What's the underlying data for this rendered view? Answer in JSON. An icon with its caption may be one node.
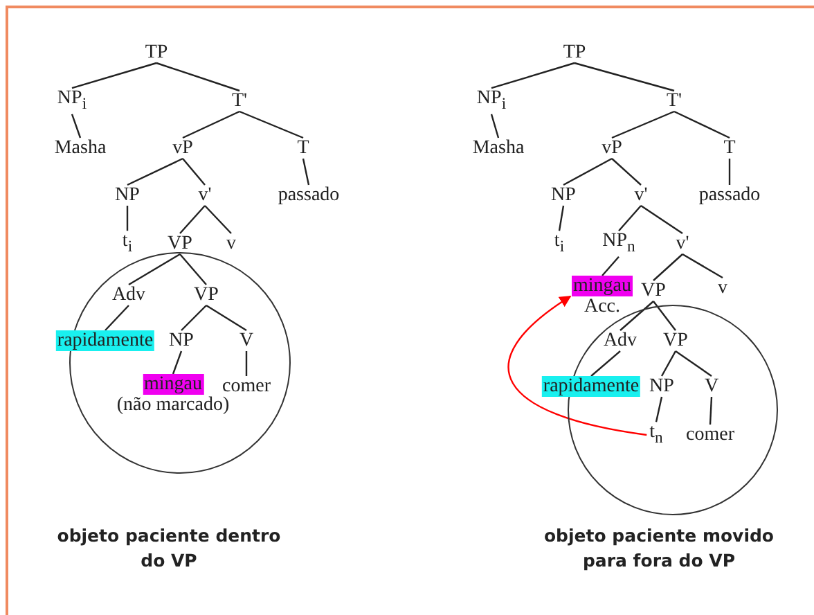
{
  "diagram": {
    "nodes": [
      {
        "text": [
          "TP"
        ]
      },
      {
        "text": [
          "NP$_{i}$"
        ]
      },
      {
        "text": [
          "T'"
        ]
      },
      {
        "text": [
          "Masha"
        ]
      },
      {
        "text": [
          "vP"
        ]
      },
      {
        "text": [
          "T"
        ]
      },
      {
        "text": [
          "NP"
        ]
      },
      {
        "text": [
          "v'"
        ]
      },
      {
        "text": [
          "passado"
        ]
      },
      {
        "text": [],
        "shape": "circle"
      },
      {
        "text": [
          "t$_{i}$"
        ]
      },
      {
        "text": [
          "VP"
        ]
      },
      {
        "text": [
          "v"
        ]
      },
      {
        "text": [
          "Adv"
        ],
        "in": 9
      },
      {
        "text": [
          "VP"
        ],
        "in": 9
      },
      {
        "text": [
          "rapidamente"
        ],
        "in": 9
      },
      {
        "text": [
          "NP"
        ],
        "in": 9
      },
      {
        "text": [
          "V"
        ],
        "in": 9
      },
      {
        "text": [
          "mingau"
        ],
        "in": 9,
        "beside": [
          "(não marcado)"
        ]
      },
      {
        "text": [
          "comer"
        ],
        "in": 9
      },
      {
        "text": [
          "TP"
        ]
      },
      {
        "text": [
          "NP$_{i}$"
        ]
      },
      {
        "text": [
          "T'"
        ]
      },
      {
        "text": [
          "Masha"
        ]
      },
      {
        "text": [
          "vP"
        ]
      },
      {
        "text": [
          "T"
        ]
      },
      {
        "text": [
          "NP"
        ]
      },
      {
        "text": [
          "v'"
        ]
      },
      {
        "text": [
          "passado"
        ]
      },
      {
        "text": [
          "t$_{i}$"
        ]
      },
      {
        "text": [
          "NP$_{n}$"
        ]
      },
      {
        "text": [
          "v'"
        ]
      },
      {
        "text": [
          "mingau"
        ],
        "beside": [
          "Acc."
        ]
      },
      {
        "text": [
          "VP"
        ]
      },
      {
        "text": [
          "v"
        ]
      },
      {
        "text": [],
        "shape": "circle"
      },
      {
        "text": [
          "Adv"
        ],
        "in": 35
      },
      {
        "text": [
          "VP"
        ],
        "in": 35
      },
      {
        "text": [
          "rapidamente"
        ],
        "in": 35
      },
      {
        "text": [
          "NP"
        ],
        "in": 35
      },
      {
        "text": [
          "V"
        ],
        "in": 35
      },
      {
        "text": [
          "t$_{n}$"
        ],
        "in": 35
      },
      {
        "text": [
          "comer"
        ],
        "in": 35
      }
    ],
    "edges": [
      {
        "from": 0,
        "to": 1,
        "arrow": "none"
      },
      {
        "from": 0,
        "to": 2,
        "arrow": "none"
      },
      {
        "from": 1,
        "to": 3,
        "arrow": "none"
      },
      {
        "from": 2,
        "to": 4,
        "arrow": "none"
      },
      {
        "from": 2,
        "to": 5,
        "arrow": "none"
      },
      {
        "from": 4,
        "to": 6,
        "arrow": "none"
      },
      {
        "from": 4,
        "to": 7,
        "arrow": "none"
      },
      {
        "from": 5,
        "to": 8,
        "arrow": "none"
      },
      {
        "from": 6,
        "to": 10,
        "arrow": "none"
      },
      {
        "from": 7,
        "to": 11,
        "arrow": "none"
      },
      {
        "from": 7,
        "to": 12,
        "arrow": "none"
      },
      {
        "from": 11,
        "to": 13,
        "arrow": "none"
      },
      {
        "from": 11,
        "to": 14,
        "arrow": "none"
      },
      {
        "from": 13,
        "to": 15,
        "arrow": "none"
      },
      {
        "from": 14,
        "to": 16,
        "arrow": "none"
      },
      {
        "from": 14,
        "to": 17,
        "arrow": "none"
      },
      {
        "from": 16,
        "to": 18,
        "arrow": "none"
      },
      {
        "from": 17,
        "to": 19,
        "arrow": "none"
      },
      {
        "from": 20,
        "to": 21,
        "arrow": "none"
      },
      {
        "from": 20,
        "to": 22,
        "arrow": "none"
      },
      {
        "from": 21,
        "to": 23,
        "arrow": "none"
      },
      {
        "from": 22,
        "to": 24,
        "arrow": "none"
      },
      {
        "from": 22,
        "to": 25,
        "arrow": "none"
      },
      {
        "from": 24,
        "to": 26,
        "arrow": "none"
      },
      {
        "from": 24,
        "to": 27,
        "arrow": "none"
      },
      {
        "from": 25,
        "to": 28,
        "arrow": "none"
      },
      {
        "from": 26,
        "to": 29,
        "arrow": "none"
      },
      {
        "from": 27,
        "to": 30,
        "arrow": "none"
      },
      {
        "from": 27,
        "to": 31,
        "arrow": "none"
      },
      {
        "from": 30,
        "to": 32,
        "arrow": "none"
      },
      {
        "from": 31,
        "to": 33,
        "arrow": "none"
      },
      {
        "from": 31,
        "to": 34,
        "arrow": "none"
      },
      {
        "from": 33,
        "to": 36,
        "arrow": "none"
      },
      {
        "from": 33,
        "to": 37,
        "arrow": "none"
      },
      {
        "from": 36,
        "to": 38,
        "arrow": "none"
      },
      {
        "from": 37,
        "to": 39,
        "arrow": "none"
      },
      {
        "from": 37,
        "to": 40,
        "arrow": "none"
      },
      {
        "from": 39,
        "to": 41,
        "arrow": "none"
      },
      {
        "from": 40,
        "to": 42,
        "arrow": "none"
      },
      {
        "from": 41,
        "to": 32,
        "arrow": "to",
        "color": "#ff0000"
      }
    ],
    "labels": [
      "objeto paciente dentro do VP",
      "objeto paciente movido para fora do VP"
    ]
  }
}
